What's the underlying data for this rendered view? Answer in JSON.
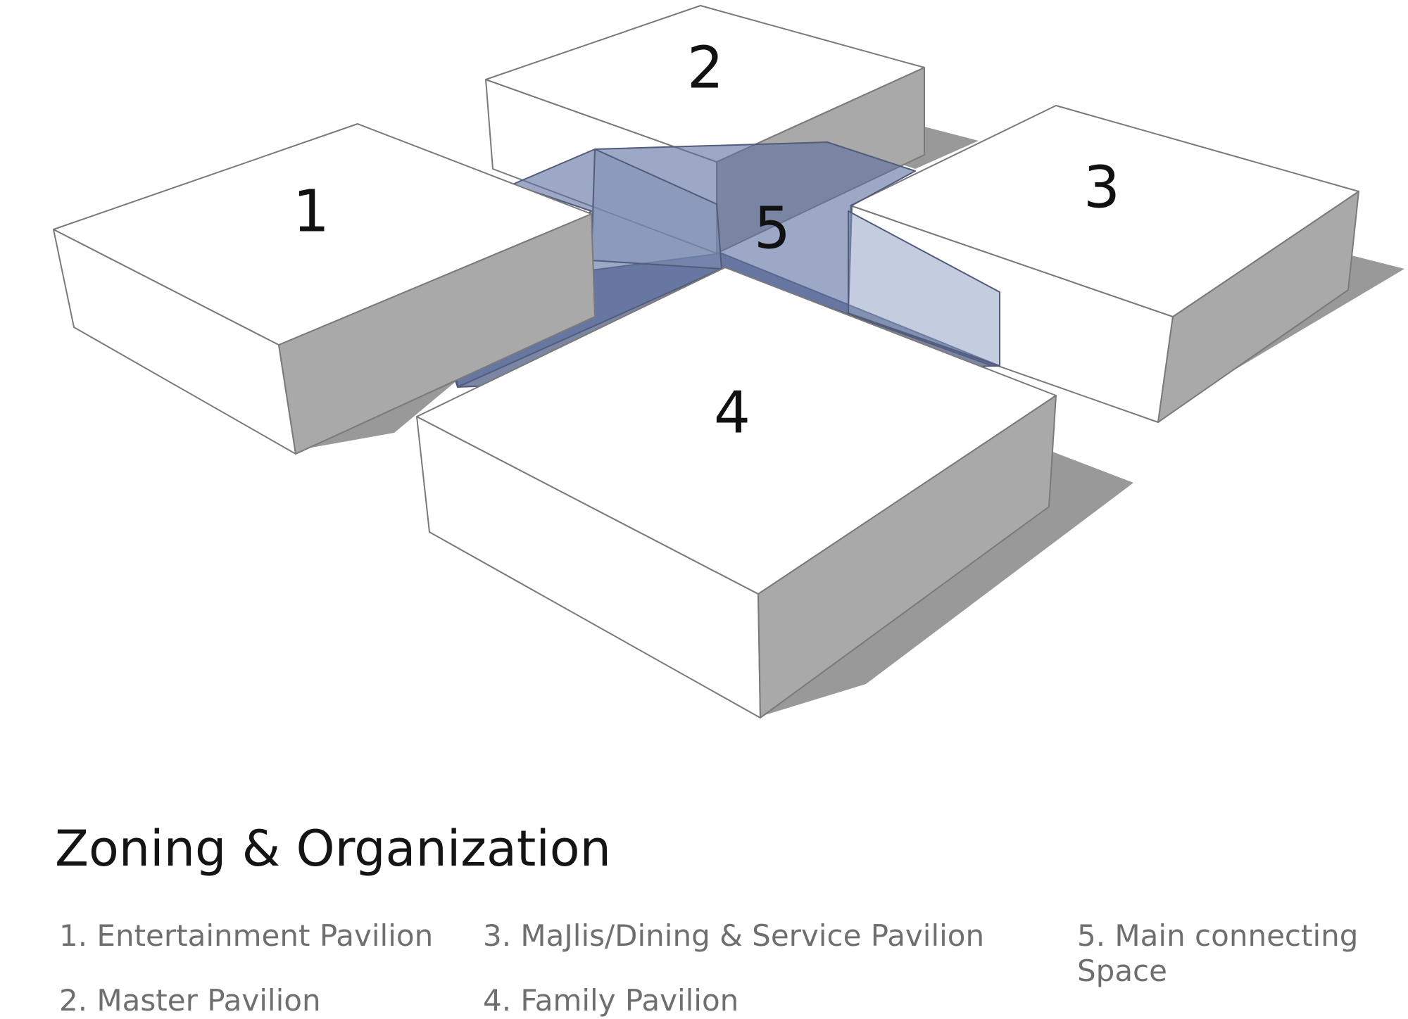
{
  "diagram": {
    "zone_numbers": [
      "1",
      "2",
      "3",
      "4",
      "5"
    ],
    "colors": {
      "top_face": "#ffffff",
      "side_face": "#a9a9a9",
      "edge": "#7a7a7a",
      "shadow": "#999999",
      "connector_glass": "#5a6e9e"
    }
  },
  "title": "Zoning & Organization",
  "legend": {
    "item1": "1. Entertainment Pavilion",
    "item2": "2. Master Pavilion",
    "item3": "3. MaJlis/Dining & Service Pavilion",
    "item4": "4. Family Pavilion",
    "item5_line1": "5. Main connecting",
    "item5_line2": "Space"
  }
}
